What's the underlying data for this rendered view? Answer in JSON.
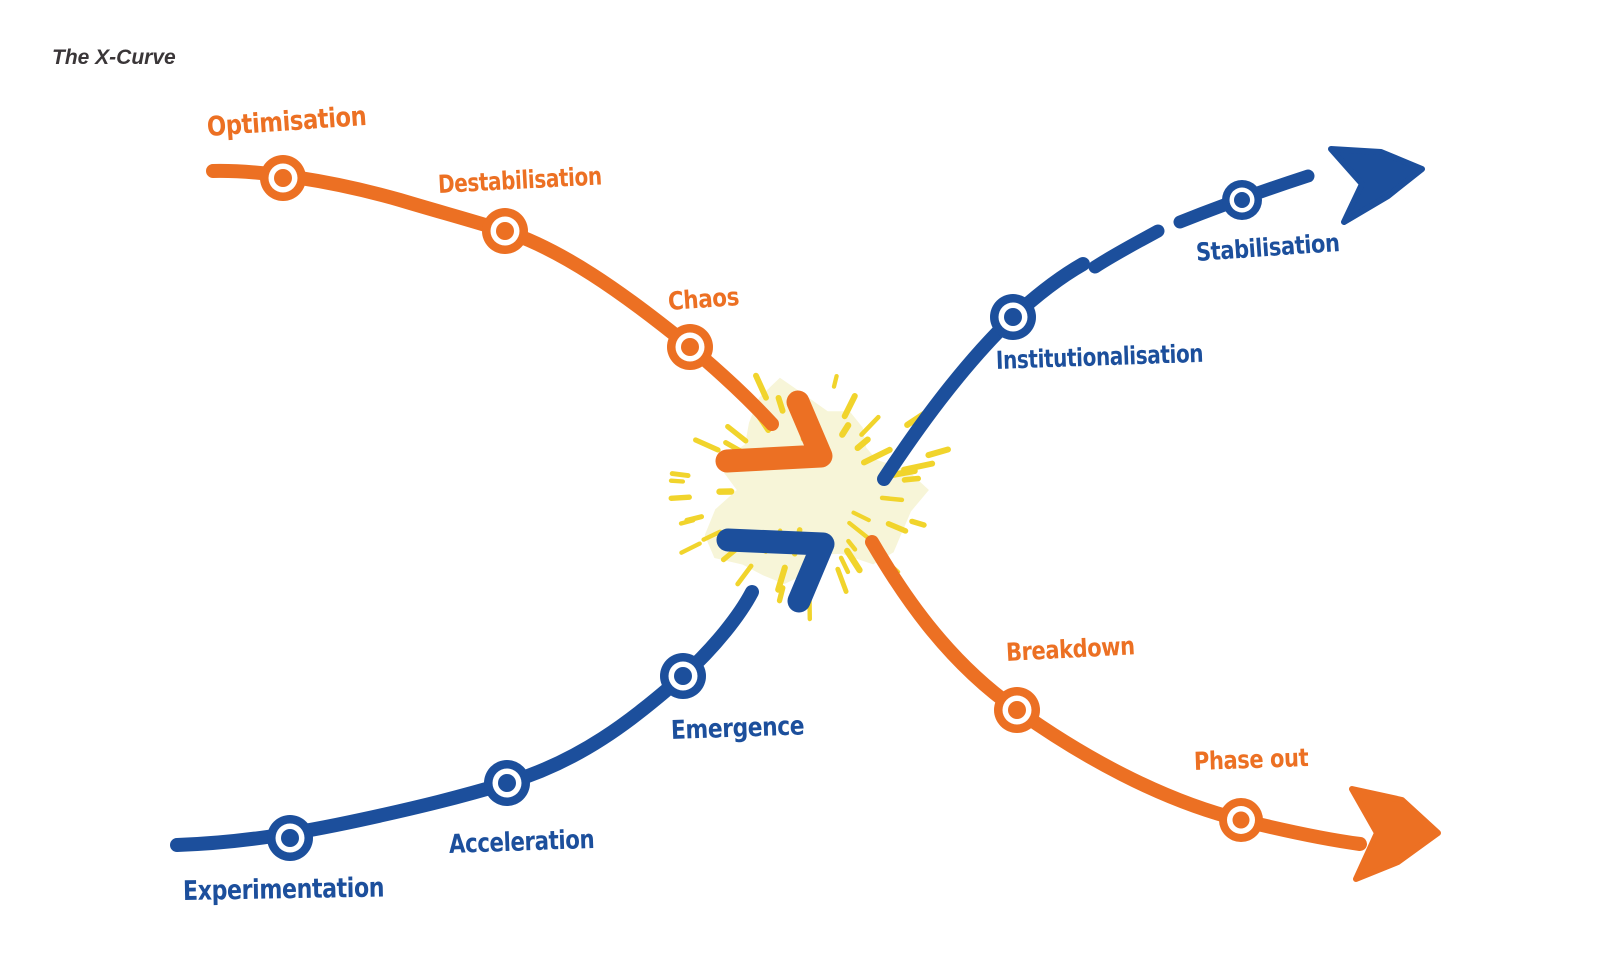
{
  "title": "The X-Curve",
  "colors": {
    "orange": "#EC7023",
    "blue": "#1C4F9C",
    "starburst_fill": "#F7F5D8",
    "starburst_rays": "#F1D42C",
    "title_text": "#3A3638",
    "background": "#FFFFFF"
  },
  "curves": {
    "decline": {
      "color": "#EC7023",
      "stages": [
        {
          "label": "Optimisation"
        },
        {
          "label": "Destabilisation"
        },
        {
          "label": "Chaos"
        },
        {
          "label": "Breakdown"
        },
        {
          "label": "Phase out"
        }
      ]
    },
    "buildup": {
      "color": "#1C4F9C",
      "stages": [
        {
          "label": "Experimentation"
        },
        {
          "label": "Acceleration"
        },
        {
          "label": "Emergence"
        },
        {
          "label": "Institutionalisation"
        },
        {
          "label": "Stabilisation"
        }
      ]
    }
  }
}
